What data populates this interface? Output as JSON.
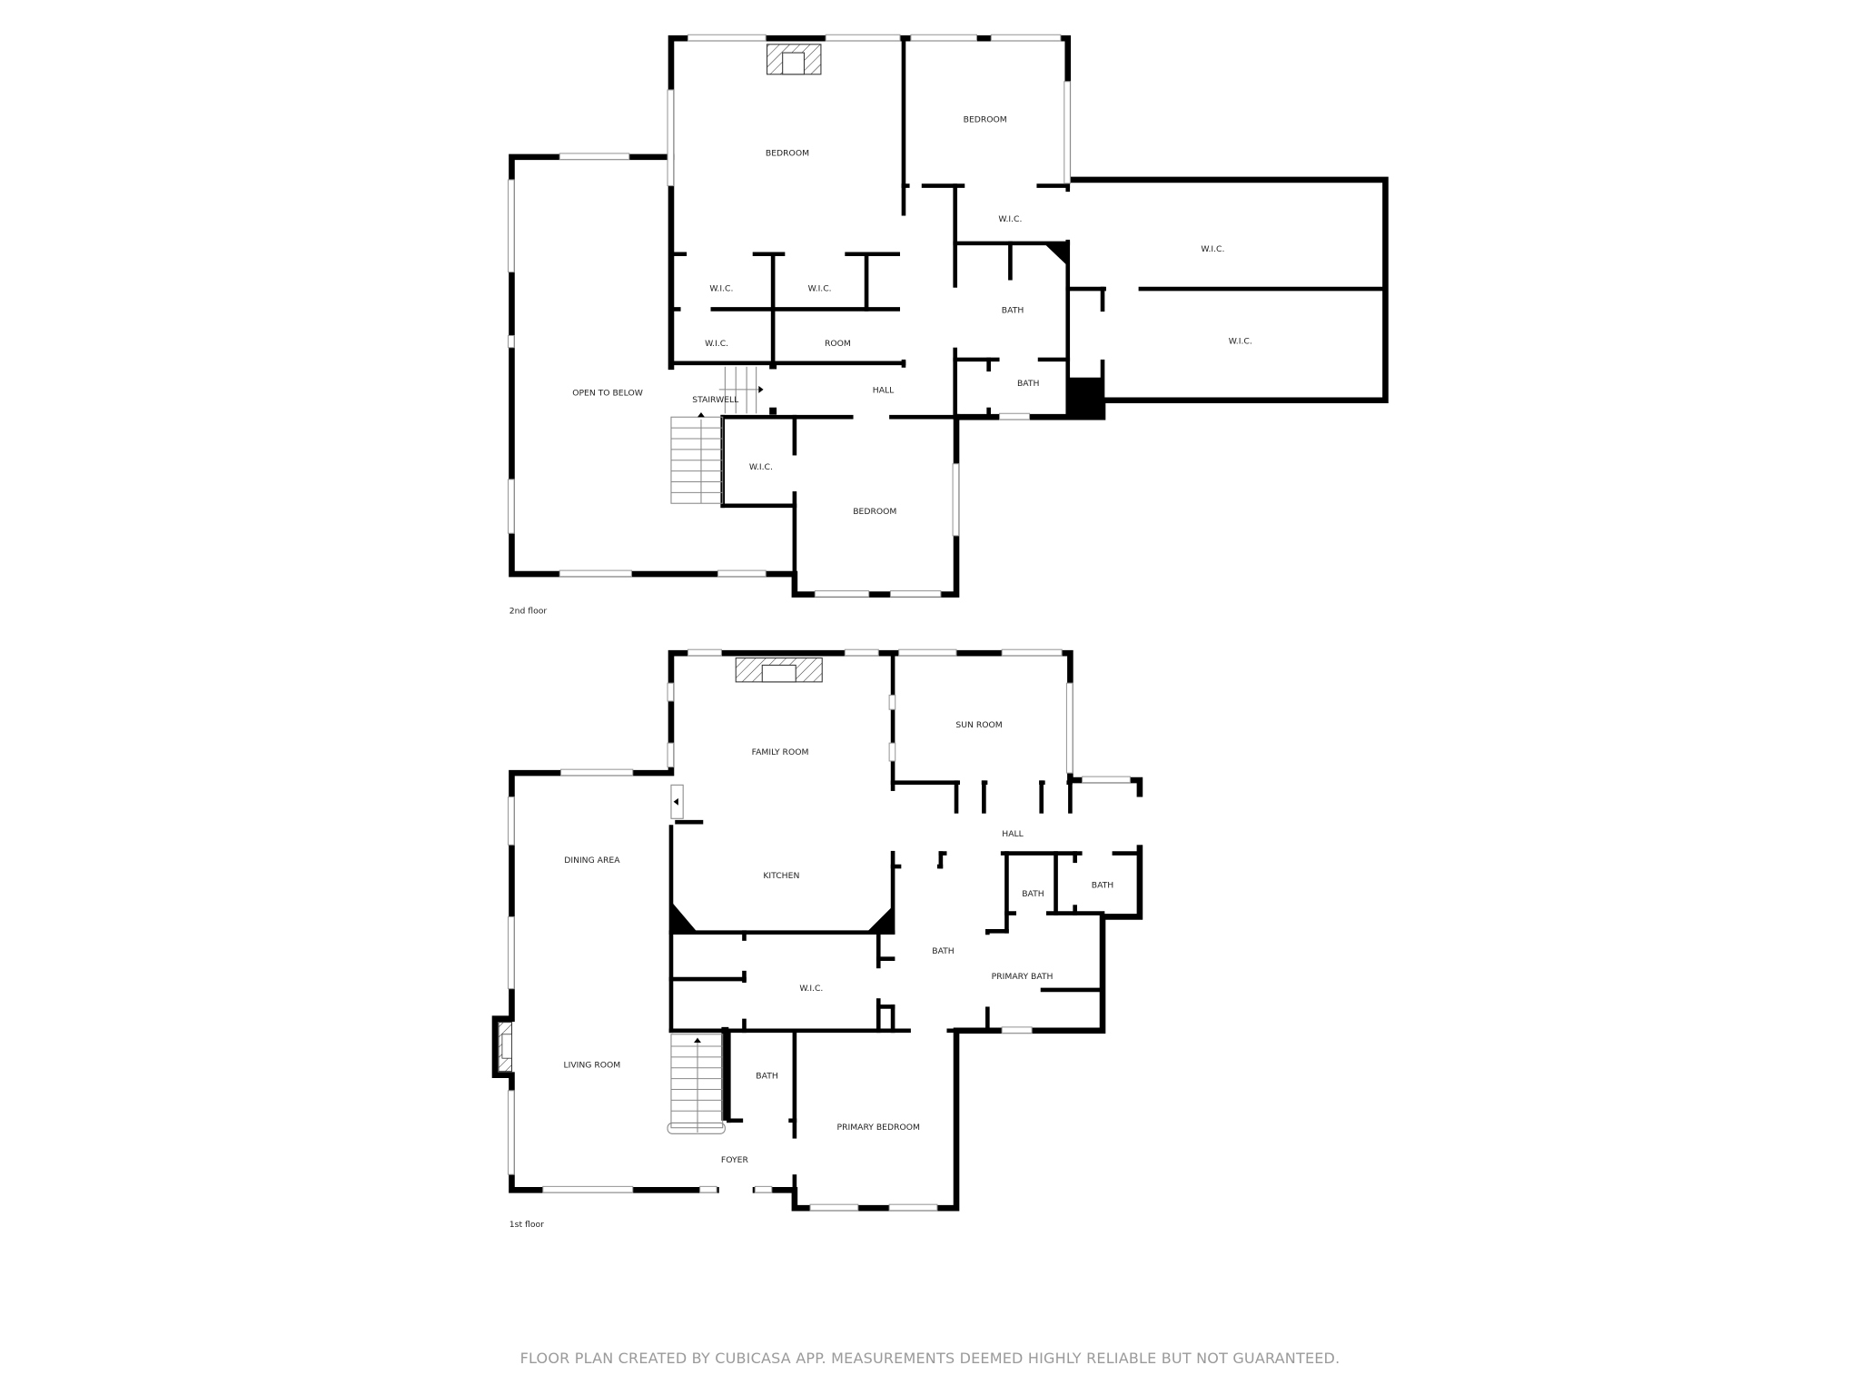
{
  "floors": [
    {
      "label": "2nd floor",
      "rooms": [
        {
          "name": "BEDROOM"
        },
        {
          "name": "BEDROOM"
        },
        {
          "name": "OPEN TO BELOW"
        },
        {
          "name": "W.I.C."
        },
        {
          "name": "W.I.C."
        },
        {
          "name": "W.I.C."
        },
        {
          "name": "ROOM"
        },
        {
          "name": "STAIRWELL"
        },
        {
          "name": "HALL"
        },
        {
          "name": "W.I.C."
        },
        {
          "name": "BEDROOM"
        },
        {
          "name": "W.I.C."
        },
        {
          "name": "BATH"
        },
        {
          "name": "BATH"
        },
        {
          "name": "W.I.C."
        },
        {
          "name": "W.I.C."
        }
      ]
    },
    {
      "label": "1st floor",
      "rooms": [
        {
          "name": "FAMILY ROOM"
        },
        {
          "name": "SUN ROOM"
        },
        {
          "name": "HALL"
        },
        {
          "name": "DINING AREA"
        },
        {
          "name": "KITCHEN"
        },
        {
          "name": "BATH"
        },
        {
          "name": "BATH"
        },
        {
          "name": "BATH"
        },
        {
          "name": "PRIMARY BATH"
        },
        {
          "name": "W.I.C."
        },
        {
          "name": "LIVING ROOM"
        },
        {
          "name": "BATH"
        },
        {
          "name": "PRIMARY BEDROOM"
        },
        {
          "name": "FOYER"
        }
      ]
    }
  ],
  "footer": "FLOOR PLAN CREATED BY CUBICASA APP. MEASUREMENTS DEEMED HIGHLY RELIABLE BUT NOT GUARANTEED."
}
